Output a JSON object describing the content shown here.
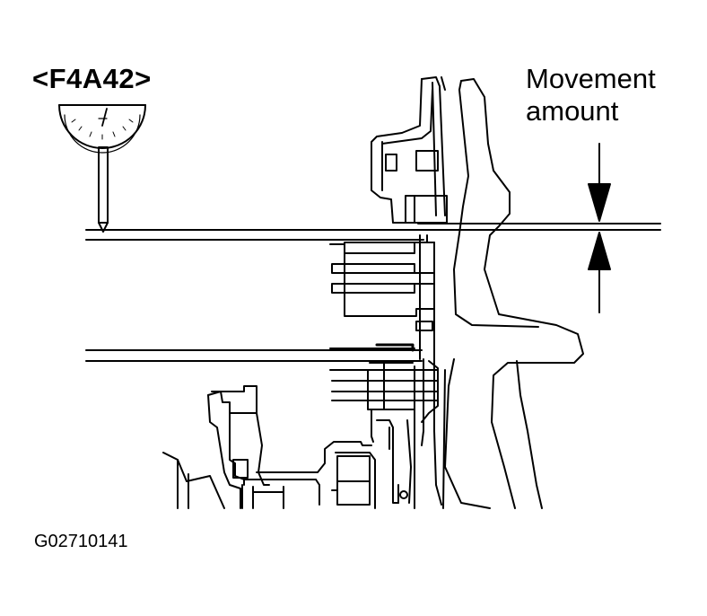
{
  "diagram": {
    "model_label": "<F4A42>",
    "movement_label_line1": "Movement",
    "movement_label_line2": "amount",
    "figure_id": "G02710141"
  }
}
